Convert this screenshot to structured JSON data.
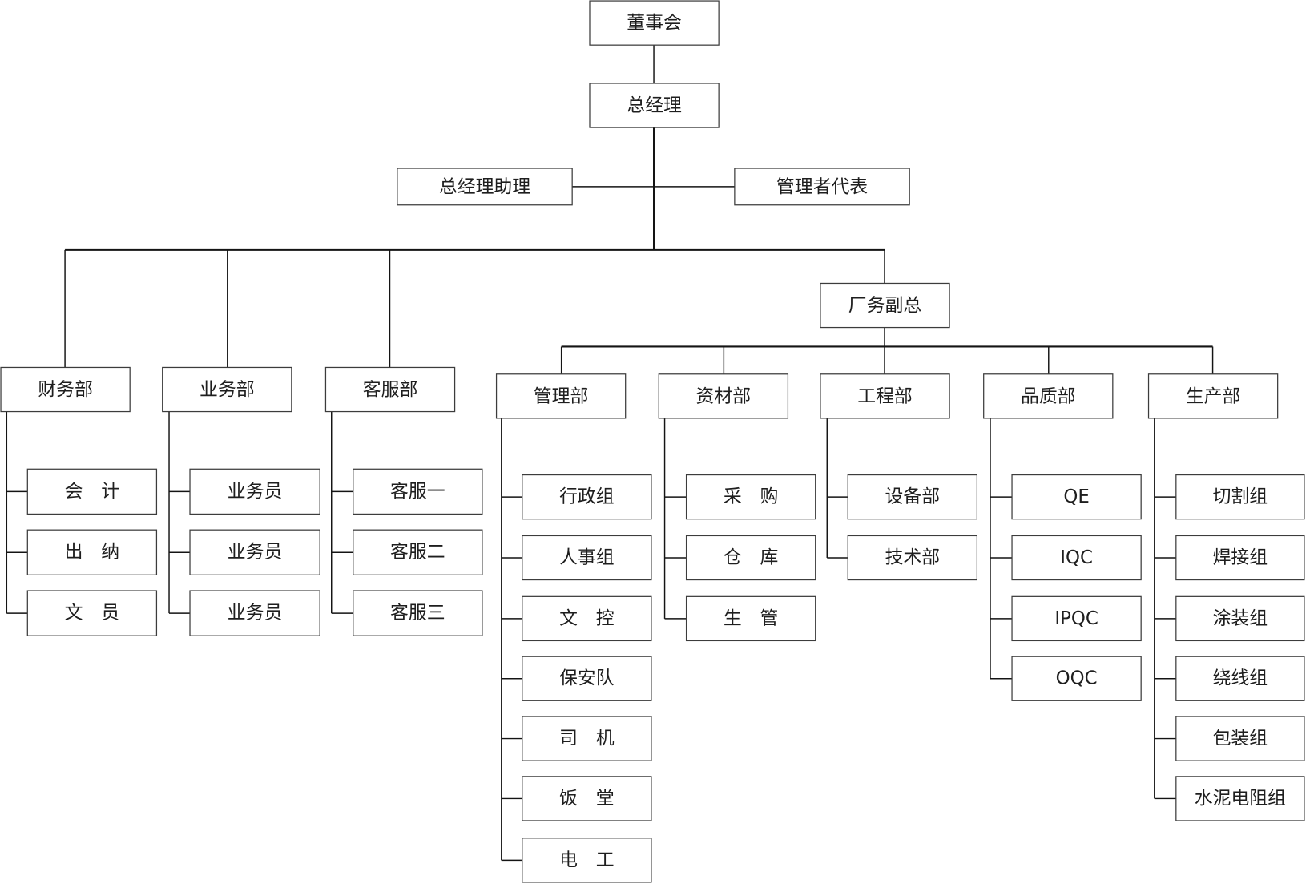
{
  "org_chart": {
    "board": "董事会",
    "general_manager": "总经理",
    "gm_assistant": "总经理助理",
    "management_representative": "管理者代表",
    "factory_vp": "厂务副总",
    "finance": {
      "name": "财务部",
      "units": [
        "会　计",
        "出　纳",
        "文　员"
      ]
    },
    "sales": {
      "name": "业务部",
      "units": [
        "业务员",
        "业务员",
        "业务员"
      ]
    },
    "customer_service": {
      "name": "客服部",
      "units": [
        "客服一",
        "客服二",
        "客服三"
      ]
    },
    "administration": {
      "name": "管理部",
      "units": [
        "行政组",
        "人事组",
        "文　控",
        "保安队",
        "司　机",
        "饭　堂",
        "电　工"
      ]
    },
    "materials": {
      "name": "资材部",
      "units": [
        "采　购",
        "仓　库",
        "生　管"
      ]
    },
    "engineering": {
      "name": "工程部",
      "units": [
        "设备部",
        "技术部"
      ]
    },
    "quality": {
      "name": "品质部",
      "units": [
        "QE",
        "IQC",
        "IPQC",
        "OQC"
      ]
    },
    "production": {
      "name": "生产部",
      "units": [
        "切割组",
        "焊接组",
        "涂装组",
        "绕线组",
        "包装组",
        "水泥电阻组"
      ]
    }
  }
}
